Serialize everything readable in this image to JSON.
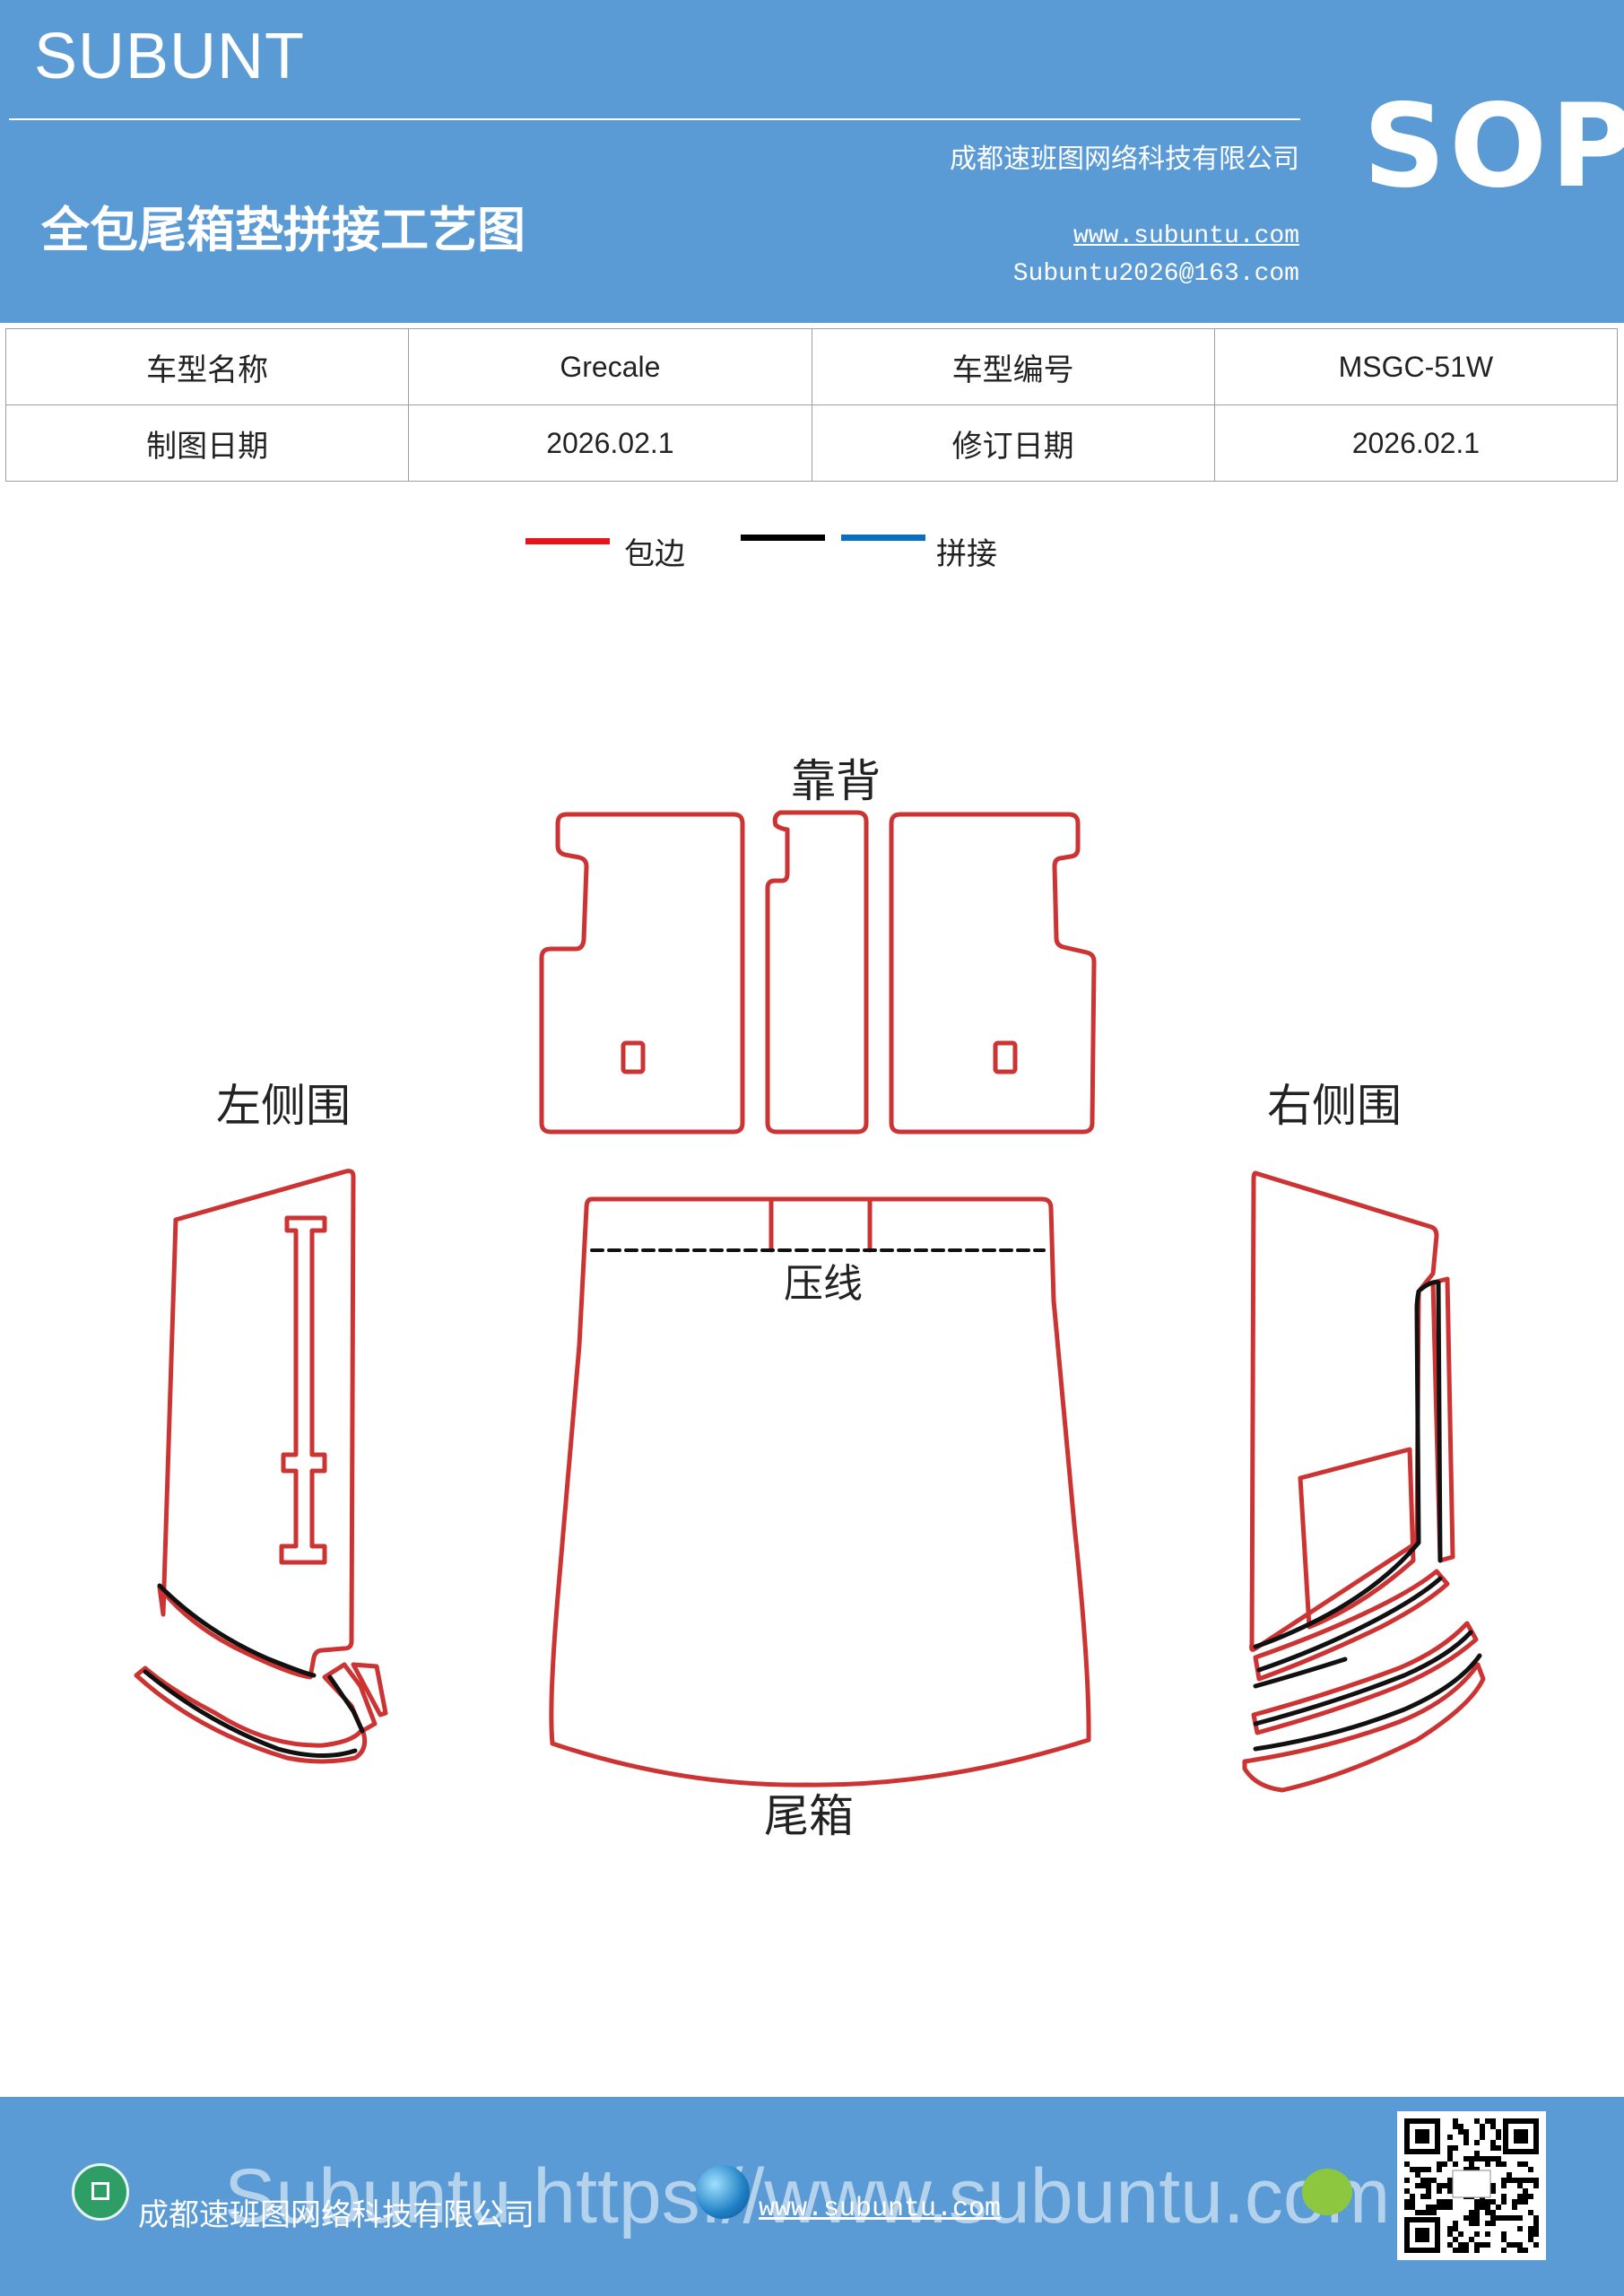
{
  "header": {
    "brand": "SUBUNT",
    "title": "全包尾箱垫拼接工艺图",
    "company": "成都速班图网络科技有限公司",
    "website": "www.subuntu.com",
    "email": "Subuntu2026@163.com",
    "badge": "SOP"
  },
  "info_table": {
    "rows": [
      {
        "label1": "车型名称",
        "value1": "Grecale",
        "label2": "车型编号",
        "value2": "MSGC-51W"
      },
      {
        "label1": "制图日期",
        "value1": "2026.02.1",
        "label2": "修订日期",
        "value2": "2026.02.1"
      }
    ]
  },
  "legend": {
    "items": [
      {
        "label": "包边",
        "color": "#e8141a"
      },
      {
        "label": "",
        "color": "#000000"
      },
      {
        "label": "拼接",
        "color": "#0a6fc2"
      }
    ]
  },
  "diagram": {
    "labels": {
      "backrest": "靠背",
      "left_side": "左侧围",
      "right_side": "右侧围",
      "crease": "压线",
      "trunk": "尾箱"
    },
    "colors": {
      "edge": "#cc3333",
      "seam": "#111111"
    }
  },
  "footer": {
    "company": "成都速班图网络科技有限公司",
    "website": "www.subuntu.com",
    "watermark": "Subuntu https://www.subuntu.com"
  }
}
